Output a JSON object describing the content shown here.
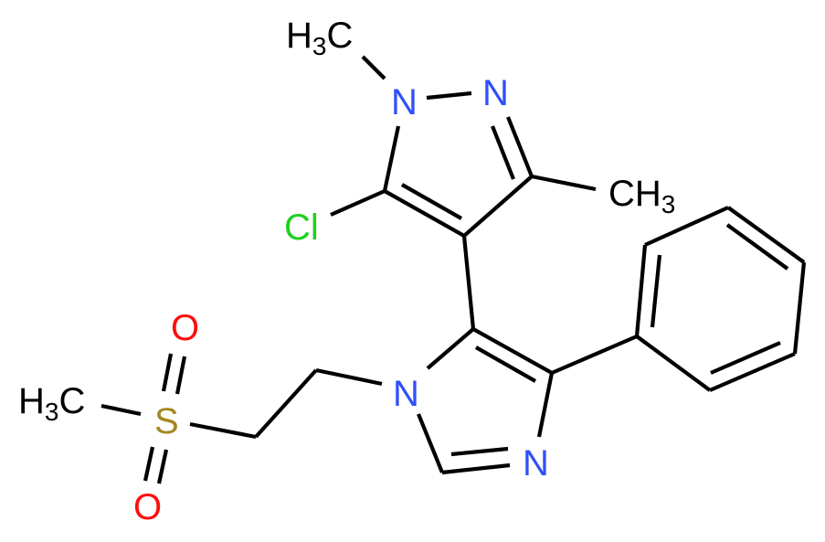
{
  "molecule": {
    "description": "5-chloro-1,3-dimethyl-4-[3-(2-methylsulfonylethyl)-5-phenylimidazol-4-yl]pyrazole",
    "colors": {
      "carbon": "#000000",
      "nitrogen": "#3050F8",
      "oxygen": "#FF0D0D",
      "sulfur": "#A38720",
      "chlorine": "#1FD01F",
      "background": "#FFFFFF"
    },
    "atoms": {
      "methyl_top": {
        "main": "H",
        "sub": "3",
        "tail": "C"
      },
      "pyrazole_n1": {
        "label": "N"
      },
      "pyrazole_n2": {
        "label": "N"
      },
      "methyl_right": {
        "main": "CH",
        "sub": "3"
      },
      "chlorine": {
        "label": "Cl"
      },
      "imidazole_n1": {
        "label": "N"
      },
      "imidazole_n3": {
        "label": "N"
      },
      "sulfur": {
        "label": "S"
      },
      "oxygen_top": {
        "label": "O"
      },
      "oxygen_bottom": {
        "label": "O"
      },
      "methyl_sulfonyl": {
        "main": "H",
        "sub": "3",
        "tail": "C"
      }
    }
  }
}
